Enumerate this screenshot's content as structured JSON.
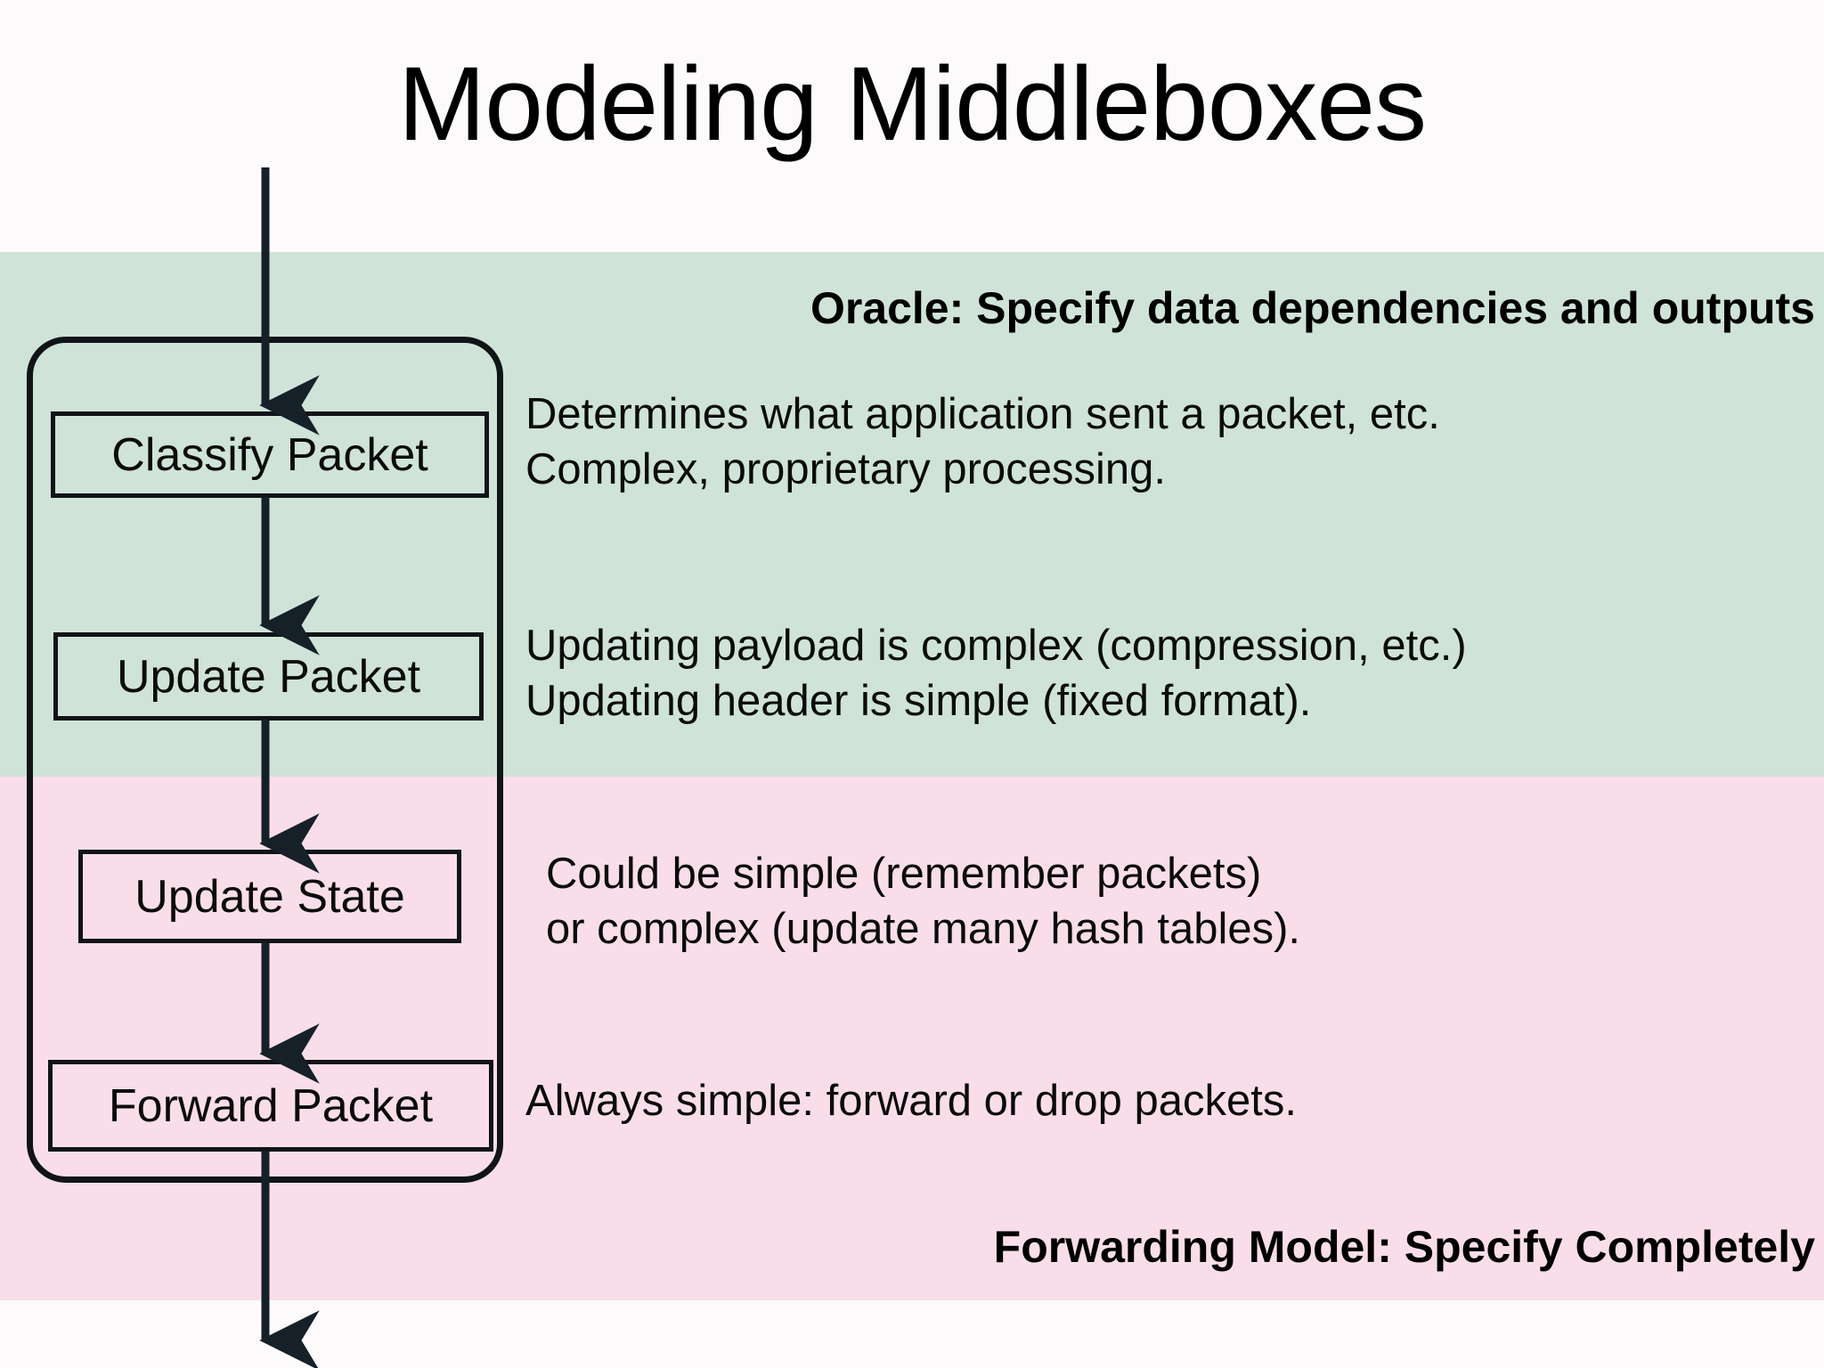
{
  "slide": {
    "title": "Modeling Middleboxes",
    "background_color": "#fdfafc"
  },
  "bands": {
    "oracle": {
      "header": "Oracle: Specify data dependencies and outputs",
      "color": "#cfe3d8"
    },
    "forwarding": {
      "header": "Forwarding Model: Specify Completely",
      "color": "#f9dee9"
    }
  },
  "flow": {
    "boxes": [
      {
        "label": "Classify Packet"
      },
      {
        "label": "Update Packet"
      },
      {
        "label": "Update State"
      },
      {
        "label": "Forward Packet"
      }
    ],
    "stroke_color": "#101418"
  },
  "descriptions": {
    "classify": {
      "line1": "Determines what application sent a packet, etc.",
      "line2": "Complex, proprietary processing."
    },
    "update_packet": {
      "line1": "Updating payload is complex (compression, etc.)",
      "line2": "Updating header is simple (fixed format)."
    },
    "update_state": {
      "line1": "Could be simple (remember packets)",
      "line2": "or complex (update many hash tables)."
    },
    "forward_packet": {
      "line1": "Always simple: forward or drop packets."
    }
  }
}
